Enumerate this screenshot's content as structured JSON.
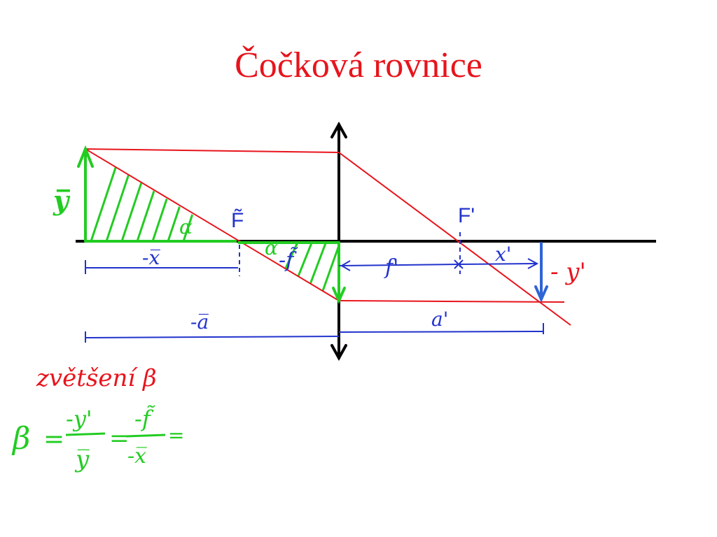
{
  "title": "Čočková rovnice",
  "colors": {
    "title": "#e8141c",
    "axis": "#000000",
    "ray": "#e8141c",
    "dimension": "#2233cc",
    "object": "#22cc22",
    "image_arrow": "#2f64d6",
    "hatch": "#22cc22"
  },
  "labels": {
    "object_height": "y̅",
    "focus_object": "F̃",
    "focus_image": "F'",
    "image_height": "- y'",
    "minus_x": "-x̅",
    "minus_f": "-f̃",
    "alpha_1": "α",
    "alpha_2": "α",
    "f_prime": "f'",
    "x_prime": "x'",
    "minus_a": "-a̅",
    "a_prime": "a'",
    "magnification_text": "zvětšení β"
  },
  "equation": {
    "lhs": "β",
    "eq1": "=",
    "num1": "-y'",
    "den1": "y̅",
    "eq2": "=",
    "num2": "-f̃",
    "den2": "-x̅",
    "eq3": "="
  }
}
